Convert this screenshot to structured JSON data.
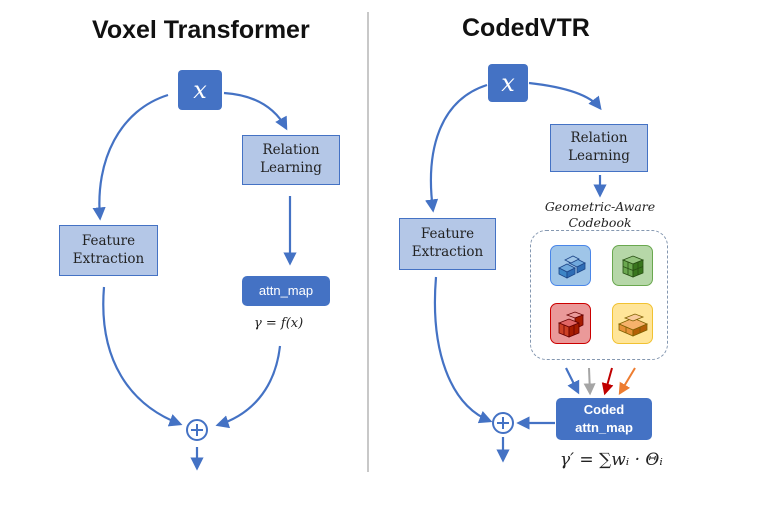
{
  "left_panel": {
    "title": "Voxel Transformer",
    "input": "x",
    "relation_box": "Relation\nLearning",
    "feature_box": "Feature\nExtraction",
    "attn_label": "attn_map",
    "formula": "γ = f(x)"
  },
  "right_panel": {
    "title": "CodedVTR",
    "input": "x",
    "relation_box": "Relation\nLearning",
    "codebook_title": "Geometric-Aware\nCodebook",
    "feature_box": "Feature\nExtraction",
    "attn_label": "Coded\nattn_map",
    "formula": "γ′ = ∑wᵢ · Θᵢ"
  },
  "colors": {
    "arrow": "#4472c4",
    "box_fill": "#b4c7e7",
    "box_stroke": "#4472c4",
    "cube_blue": "#4a86e8",
    "cube_green": "#6aa84f",
    "cube_red": "#e06666",
    "cube_orange": "#f6b26b",
    "arrow_gray": "#a5a5a5",
    "arrow_red": "#c00000",
    "arrow_orange": "#ed7d31"
  }
}
